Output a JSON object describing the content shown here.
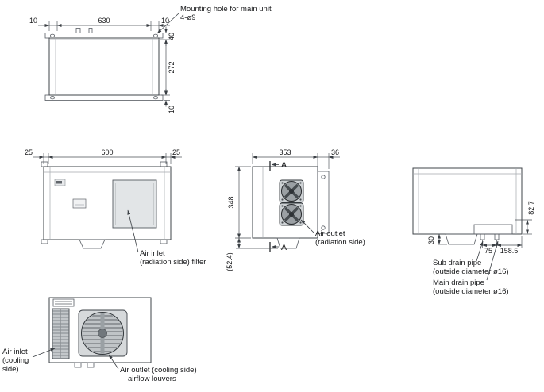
{
  "colors": {
    "line": "#3f444a",
    "body_fill": "#e8eaec",
    "panel_fill": "#dfe2e4",
    "fan_fill": "#9ba0a4"
  },
  "top_view": {
    "dim_offset_left": "10",
    "dim_width": "630",
    "dim_offset_right": "10",
    "dim_flange": "40",
    "dim_depth": "272",
    "dim_flange_bottom": "10",
    "mounting_callout_line1": "Mounting hole for main unit",
    "mounting_callout_line2": "4-ø9"
  },
  "front_view": {
    "dim_offset_left": "25",
    "dim_width": "600",
    "dim_offset_right": "25",
    "filter_callout_line1": "Air inlet",
    "filter_callout_line2": "(radiation side) filter"
  },
  "side_view": {
    "dim_width": "353",
    "dim_bracket": "36",
    "dim_height": "348",
    "dim_drain_pan": "(52.4)",
    "section_label": "A",
    "outlet_callout_line1": "Air outlet",
    "outlet_callout_line2": "(radiation side)"
  },
  "right_view": {
    "dim_pipe_height": "82.7",
    "dim_pan_height": "30",
    "dim_pipe_spacing": "75",
    "dim_pipe_to_edge": "158.5",
    "sub_drain_line1": "Sub drain pipe",
    "sub_drain_line2": "(outside diameter ø16)",
    "main_drain_line1": "Main drain pipe",
    "main_drain_line2": "(outside diameter ø16)"
  },
  "bottom_view": {
    "inlet_callout_line1": "Air inlet",
    "inlet_callout_line2": "(cooling",
    "inlet_callout_line3": "side)",
    "outlet_callout_line1": "Air outlet (cooling side)",
    "outlet_callout_line2": "airflow louvers"
  }
}
